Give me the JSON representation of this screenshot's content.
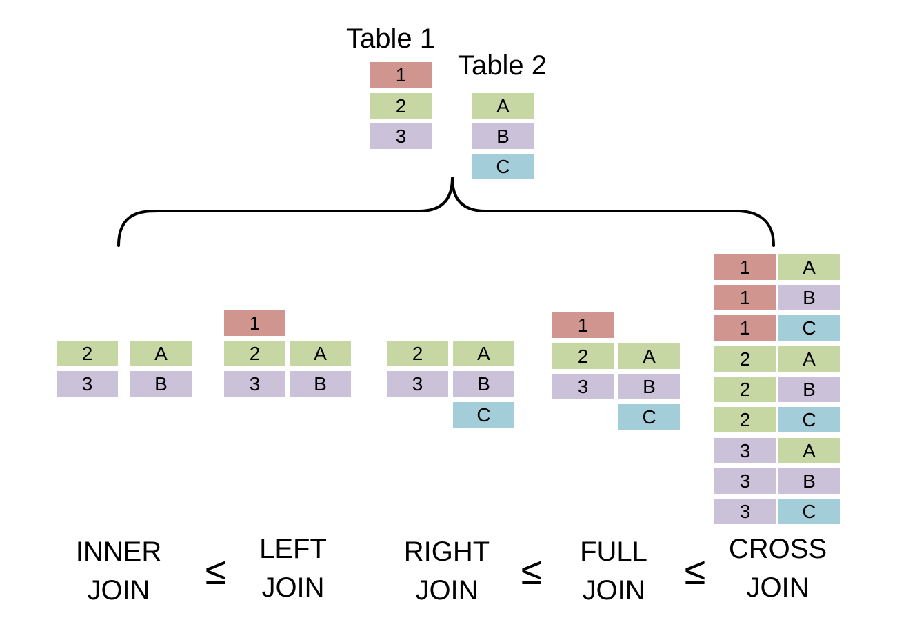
{
  "tables": {
    "table1": {
      "title": "Table 1",
      "rows": [
        "1",
        "2",
        "3"
      ]
    },
    "table2": {
      "title": "Table 2",
      "rows": [
        "A",
        "B",
        "C"
      ]
    }
  },
  "colors": {
    "1": "#d0958f",
    "2": "#c6d7a4",
    "3": "#cbc2da",
    "A": "#c6d7a4",
    "B": "#cbc2da",
    "C": "#a3cdd8"
  },
  "joins": {
    "inner": {
      "line1": "INNER",
      "line2": "JOIN",
      "rows": [
        [
          "2",
          "A"
        ],
        [
          "3",
          "B"
        ]
      ]
    },
    "left": {
      "line1": "LEFT",
      "line2": "JOIN",
      "rows": [
        [
          "1",
          ""
        ],
        [
          "2",
          "A"
        ],
        [
          "3",
          "B"
        ]
      ]
    },
    "right": {
      "line1": "RIGHT",
      "line2": "JOIN",
      "rows": [
        [
          "2",
          "A"
        ],
        [
          "3",
          "B"
        ],
        [
          "",
          "C"
        ]
      ]
    },
    "full": {
      "line1": "FULL",
      "line2": "JOIN",
      "rows": [
        [
          "1",
          ""
        ],
        [
          "2",
          "A"
        ],
        [
          "3",
          "B"
        ],
        [
          "",
          "C"
        ]
      ]
    },
    "cross": {
      "line1": "CROSS",
      "line2": "JOIN",
      "rows": [
        [
          "1",
          "A"
        ],
        [
          "1",
          "B"
        ],
        [
          "1",
          "C"
        ],
        [
          "2",
          "A"
        ],
        [
          "2",
          "B"
        ],
        [
          "2",
          "C"
        ],
        [
          "3",
          "A"
        ],
        [
          "3",
          "B"
        ],
        [
          "3",
          "C"
        ]
      ]
    }
  },
  "relations": {
    "rel1": "≤",
    "rel2": "≤",
    "rel3": "≤"
  }
}
